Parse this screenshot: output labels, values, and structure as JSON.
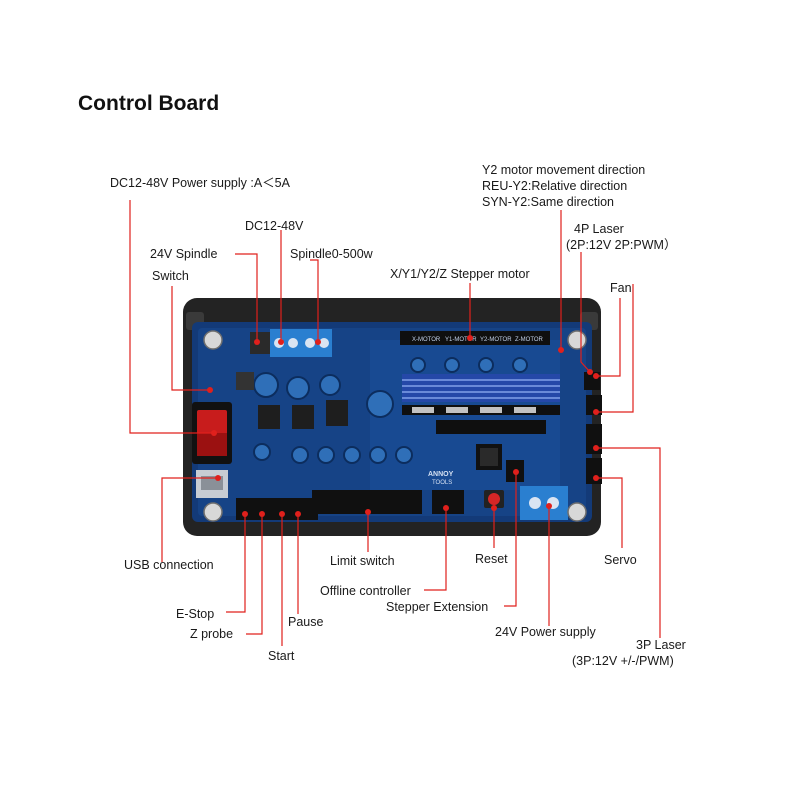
{
  "title": "Control Board",
  "accent_color": "#e0201c",
  "board_color": "#143a78",
  "labels": {
    "power_supply": "DC12-48V Power supply :A＜5A",
    "dc12_48v": "DC12-48V",
    "spindle_24v": "24V Spindle",
    "spindle_500w": "Spindle0-500w",
    "switch": "Switch",
    "stepper_motor": "X/Y1/Y2/Z Stepper motor",
    "y2_direction": "Y2 motor movement direction",
    "reu_y2": "REU-Y2:Relative direction",
    "syn_y2": "SYN-Y2:Same direction",
    "laser_4p": "4P Laser",
    "laser_4p_spec": "(2P:12V 2P:PWM）",
    "fan": "Fan",
    "usb": "USB connection",
    "limit_switch": "Limit switch",
    "reset": "Reset",
    "servo": "Servo",
    "offline_controller": "Offline controller",
    "stepper_extension": "Stepper Extension",
    "estop": "E-Stop",
    "z_probe": "Z probe",
    "pause": "Pause",
    "start": "Start",
    "power_24v": "24V Power supply",
    "laser_3p": "3P Laser",
    "laser_3p_spec": "(3P:12V +/-/PWM)"
  },
  "silkscreen": {
    "logo_line1": "ANNOY",
    "logo_line2": "TOOLS",
    "motor_slot_1": "X-MOTOR",
    "motor_slot_2": "Y1-MOTOR",
    "motor_slot_3": "Y2-MOTOR",
    "motor_slot_4": "Z-MOTOR"
  }
}
